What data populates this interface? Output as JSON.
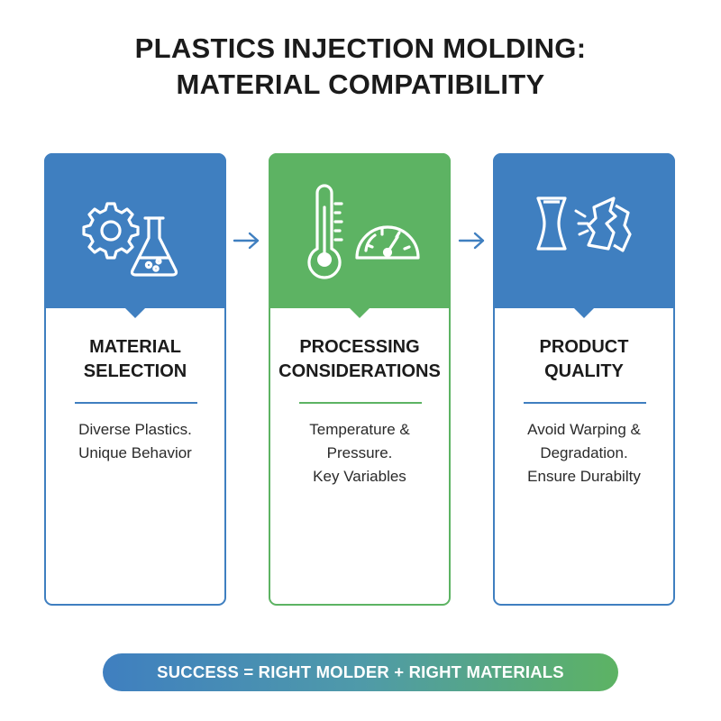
{
  "title": {
    "line1": "PLASTICS INJECTION MOLDING:",
    "line2": "MATERIAL COMPATIBILITY"
  },
  "cards": [
    {
      "title_line1": "MATERIAL",
      "title_line2": "SELECTION",
      "desc": [
        "Diverse Plastics.",
        "Unique Behavior"
      ],
      "icons": [
        "gear-icon",
        "flask-icon"
      ],
      "color": "#3f7fc0"
    },
    {
      "title_line1": "PROCESSING",
      "title_line2": "CONSIDERATIONS",
      "desc": [
        "Temperature &",
        "Pressure.",
        "Key Variables"
      ],
      "icons": [
        "thermometer-icon",
        "pressure-gauge-icon"
      ],
      "color": "#5db363"
    },
    {
      "title_line1": "PRODUCT",
      "title_line2": "QUALITY",
      "desc": [
        "Avoid Warping &",
        "Degradation.",
        "Ensure Durabilty"
      ],
      "icons": [
        "intact-part-icon",
        "broken-part-icon"
      ],
      "color": "#3f7fc0"
    }
  ],
  "banner": "SUCCESS = RIGHT MOLDER + RIGHT MATERIALS",
  "colors": {
    "blue": "#3f7fc0",
    "green": "#5db363"
  }
}
